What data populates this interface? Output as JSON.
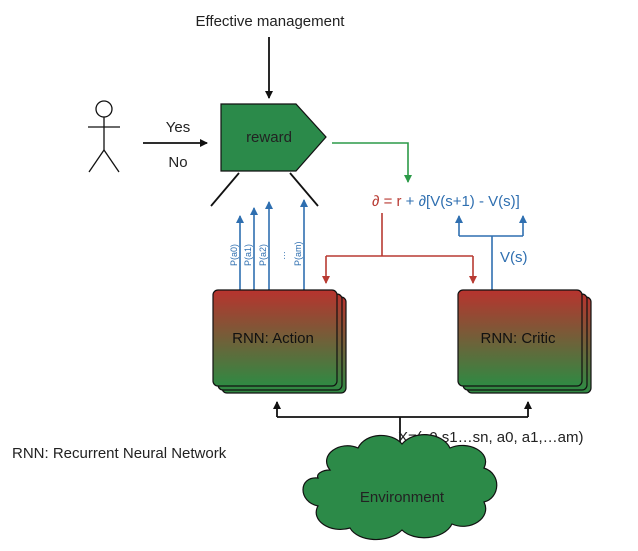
{
  "labels": {
    "effective_management": "Effective management",
    "yes": "Yes",
    "no": "No",
    "reward": "reward",
    "rnn_action": "RNN: Action",
    "rnn_critic": "RNN: Critic",
    "environment": "Environment",
    "rnn_definition": "RNN: Recurrent Neural Network",
    "state_vector": "X=(s0,s1…sn, a0, a1,…am)",
    "critic_output": "V(s)"
  },
  "formula": {
    "lhs": "∂",
    "eq_r": " = r",
    "rest": " + ∂[V(s+1) - V(s)]"
  },
  "policy_outputs": [
    "P(a0)",
    "P(a1)",
    "P(a2)",
    "…",
    "P(am)"
  ],
  "colors": {
    "reward_green": "#2b8a4a",
    "environment_green": "#2c8a48",
    "box_red": "#b8332e",
    "box_green": "#2f8a43",
    "red_arrow": "#b83a32",
    "blue_arrow": "#2f6fb0",
    "green_arrow": "#2c9a48",
    "black": "#111111"
  }
}
